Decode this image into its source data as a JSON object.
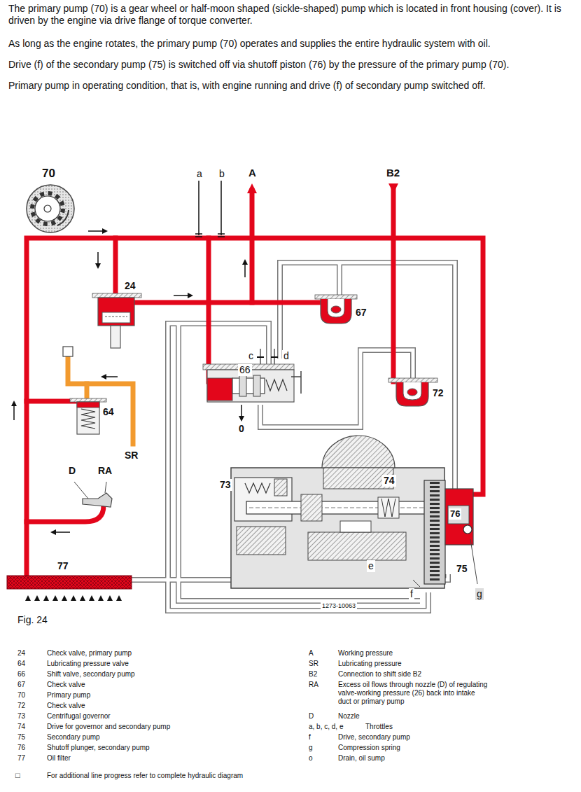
{
  "diagram": {
    "caption": "Fig. 24",
    "labels": [
      "The primary pump (70) is a gear wheel or half-moon shaped (sickle-shaped) pump which is located in front housing (cover). It is driven by the engine via drive flange of torque converter.",
      "As long as the engine rotates, the primary pump (70) operates and supplies the entire hydraulic system with oil.",
      "Drive (f) of the secondary pump (75) is switched off via shutoff piston (76) by the pressure of the primary pump (70).",
      "Primary pump in operating condition, that is, with engine running and drive (f) of secondary pump switched off.",
      "70",
      "a",
      "b",
      "A",
      "B2",
      "24",
      "67",
      "c",
      "d",
      "66",
      "72",
      "64",
      "0",
      "SR",
      "D",
      "RA",
      "73",
      "74",
      "76",
      "e",
      "77",
      "f",
      "g",
      "75",
      "1273-10063",
      "24",
      "Check valve, primary pump",
      "64",
      "Lubricating pressure valve",
      "66",
      "Shift valve, secondary pump",
      "67",
      "Check valve",
      "70",
      "Primary pump",
      "72",
      "Check valve",
      "73",
      "Centrifugal governor",
      "74",
      "Drive for governor and secondary pump",
      "75",
      "Secondary pump",
      "76",
      "Shutoff plunger, secondary pump",
      "77",
      "Oil filter",
      "A",
      "Working pressure",
      "SR",
      "Lubricating pressure",
      "B2",
      "Connection to shift side B2",
      "RA",
      "Excess oil flows through nozzle (D) of regulating valve-working pressure (26) back into intake duct or primary pump",
      "D",
      "Nozzle",
      "a, b, c, d, e",
      "Throttles",
      "f",
      "Drive, secondary pump",
      "g",
      "Compression spring",
      "o",
      "Drain, oil sump",
      "□",
      "For additional line progress refer to complete hydraulic diagram"
    ]
  }
}
